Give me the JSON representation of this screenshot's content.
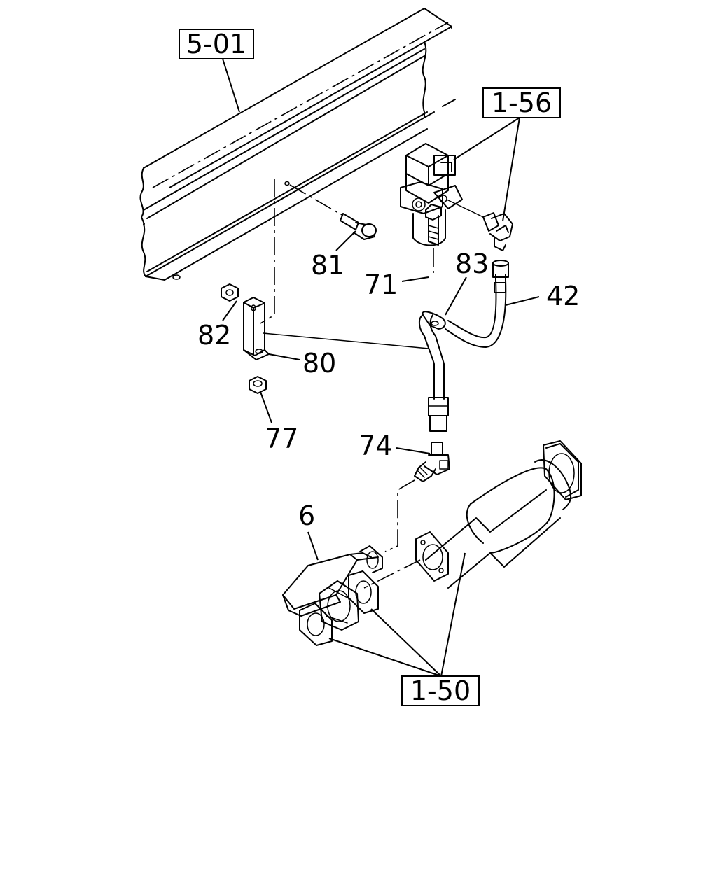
{
  "callouts": {
    "ref_5_01": "5-01",
    "ref_1_56": "1-56",
    "ref_1_50": "1-50",
    "part_81": "81",
    "part_71": "71",
    "part_83": "83",
    "part_42": "42",
    "part_82": "82",
    "part_80": "80",
    "part_77": "77",
    "part_74": "74",
    "part_6": "6"
  }
}
